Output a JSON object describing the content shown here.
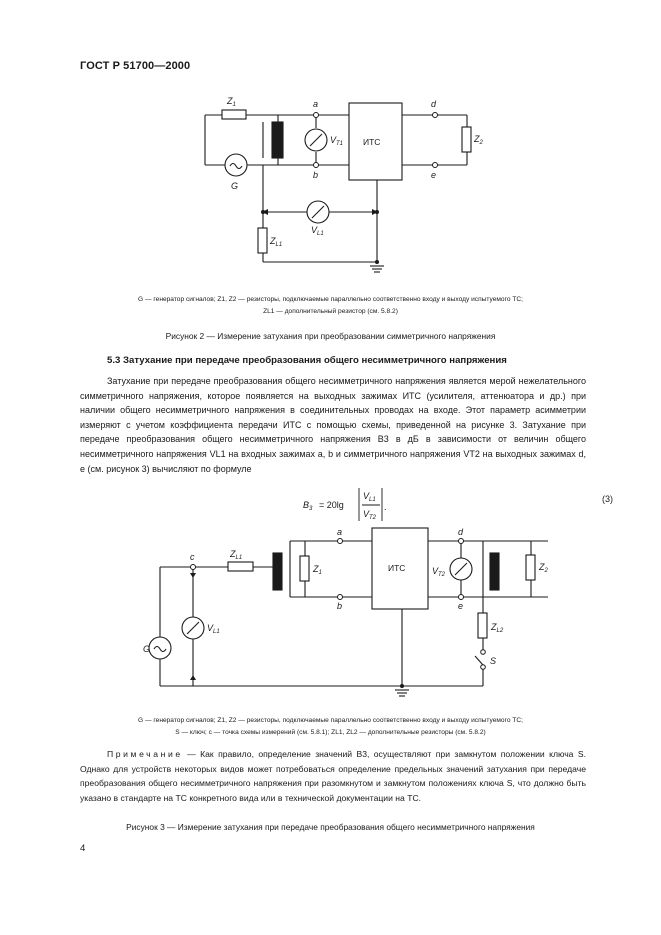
{
  "header": {
    "code": "ГОСТ Р 51700—2000"
  },
  "figure2": {
    "labels": {
      "z1": "Z",
      "z1_sub": "1",
      "z2": "Z",
      "z2_sub": "2",
      "a": "a",
      "b": "b",
      "d": "d",
      "e": "e",
      "g": "G",
      "vt": "V",
      "vt_sub": "T1",
      "vl": "V",
      "vl_sub": "L1",
      "zl": "Z",
      "zl_sub": "L1",
      "box": "ИТС"
    },
    "legend_line1": "G — генератор сигналов; Z1, Z2 — резисторы, подключаемые параллельно соответственно входу и выходу испытуемого ТС;",
    "legend_line2": "ZL1 — дополнительный резистор (см. 5.8.2)",
    "caption": "Рисунок 2 — Измерение затухания при преобразовании симметричного напряжения"
  },
  "section": {
    "heading": "5.3 Затухание при передаче преобразования общего несимметричного напряжения",
    "paragraph": "Затухание при передаче преобразования общего несимметричного напряжения является мерой нежелательного симметричного напряжения, которое появляется на выходных зажимах ИТС (усилителя, аттенюатора и др.) при наличии общего несимметричного напряжения в соединительных проводах на входе. Этот параметр асимметрии измеряют с учетом коэффициента передачи ИТС с помощью схемы, приведенной на рисунке 3. Затухание при передаче преобразования общего несимметричного напряжения B3 в дБ в зависимости от величин общего несимметричного напряжения VL1 на входных зажимах a, b и симметричного напряжения VT2 на выходных зажимах d, e (см. рисунок 3) вычисляют по формуле"
  },
  "formula": {
    "lhs": "B",
    "lhs_sub": "3",
    "eq": "= 20lg",
    "num": "V",
    "num_sub": "L1",
    "den": "V",
    "den_sub": "T2",
    "number": "(3)"
  },
  "figure3": {
    "labels": {
      "c": "c",
      "zl1": "Z",
      "zl1_sub": "L1",
      "z1": "Z",
      "z1_sub": "1",
      "a": "a",
      "b": "b",
      "box": "ИТС",
      "d": "d",
      "e": "e",
      "vt": "V",
      "vt_sub": "T2",
      "z2": "Z",
      "z2_sub": "2",
      "g": "G",
      "vl": "V",
      "vl_sub": "L1",
      "zl2": "Z",
      "zl2_sub": "L2",
      "s": "S"
    },
    "legend_line1": "G — генератор сигналов; Z1, Z2 — резисторы, подключаемые параллельно соответственно входу и выходу испытуемого ТС;",
    "legend_line2": "S — ключ; c — точка схемы измерений (см. 5.8.1); ZL1, ZL2 — дополнительные резисторы (см. 5.8.2)",
    "caption": "Рисунок 3 — Измерение затухания при передаче преобразования общего несимметричного напряжения"
  },
  "note": {
    "label": "Примечание",
    "text": " — Как правило, определение значений B3, осуществляют при замкнутом положении ключа S. Однако для устройств некоторых видов может потребоваться определение предельных значений затухания при передаче преобразования общего несимметричного напряжения при разомкнутом и замкнутом положениях ключа S, что должно быть указано в стандарте на ТС конкретного вида или в технической документации на ТС."
  },
  "page_number": "4"
}
